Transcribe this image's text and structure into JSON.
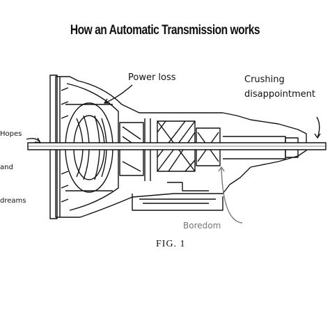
{
  "title": "How an Automatic Transmission works",
  "labels": {
    "power_loss": "Power loss",
    "crushing_line1": "Crushing",
    "crushing_line2": "disappointment",
    "hopes_line1": "Hopes",
    "hopes_line2": "and",
    "hopes_line3": "dreams",
    "boredom": "Boredom",
    "figure": "FIG. 1"
  },
  "colors": {
    "ink": "#111111",
    "boredom_label": "#777777",
    "background": "#ffffff"
  }
}
